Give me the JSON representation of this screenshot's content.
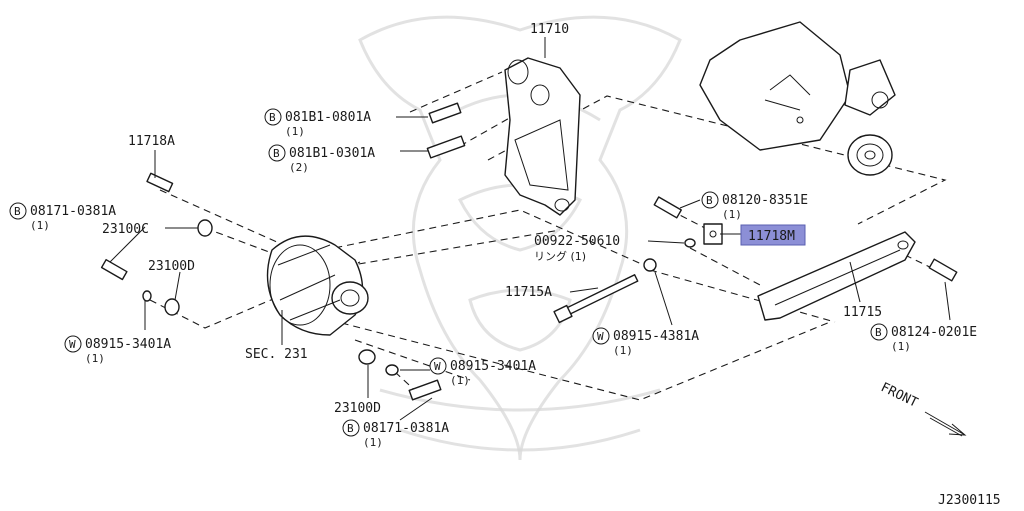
{
  "diagram_id": "J2300115",
  "direction_label": "FRONT",
  "highlight_color": "#8c8fd6",
  "parts": {
    "p11710": "11710",
    "p11718A": "11718A",
    "b_081B1_0801A": "081B1-0801A",
    "b_081B1_0801A_qty": "(1)",
    "b_081B1_0301A": "081B1-0301A",
    "b_081B1_0301A_qty": "(2)",
    "b_08171_0381A_left": "08171-0381A",
    "b_08171_0381A_left_qty": "(1)",
    "p23100C": "23100C",
    "p23100D_left": "23100D",
    "w_08915_3401A_left": "08915-3401A",
    "w_08915_3401A_left_qty": "(1)",
    "sec231": "SEC. 231",
    "p23100D_bottom": "23100D",
    "w_08915_3401A_right": "08915-3401A",
    "w_08915_3401A_right_qty": "(1)",
    "b_08171_0381A_bottom": "08171-0381A",
    "b_08171_0381A_bottom_qty": "(1)",
    "b_08120_8351E": "08120-8351E",
    "b_08120_8351E_qty": "(1)",
    "p00922_50610": "00922-50610",
    "p00922_50610_sub": "リング (1)",
    "p11718M": "11718M",
    "p11715A": "11715A",
    "w_08915_4381A": "08915-4381A",
    "w_08915_4381A_qty": "(1)",
    "p11715": "11715",
    "b_08124_0201E": "08124-0201E",
    "b_08124_0201E_qty": "(1)"
  },
  "prefix": {
    "bolt": "B",
    "washer": "W"
  }
}
